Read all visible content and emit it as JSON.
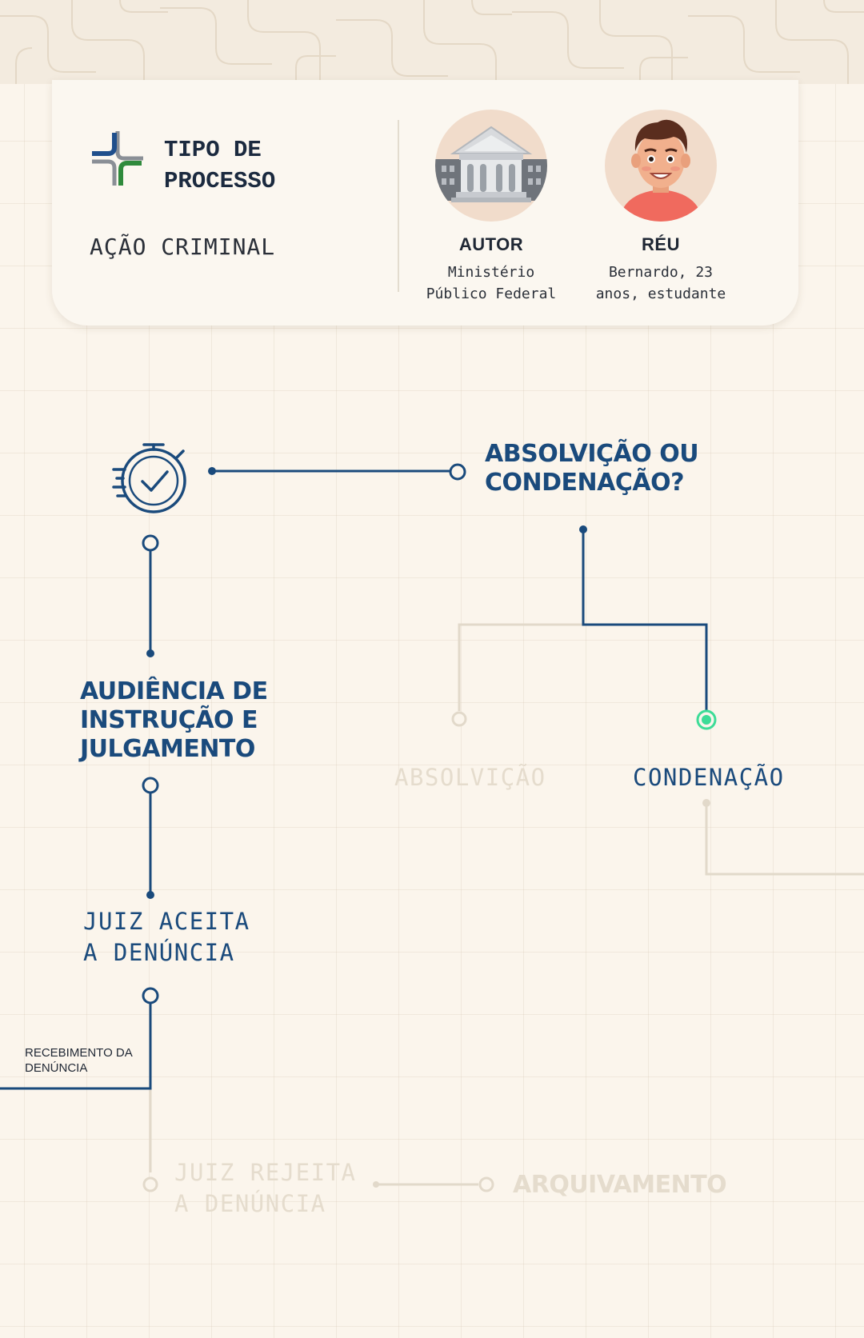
{
  "header": {
    "type_title": "TIPO DE PROCESSO",
    "type_value": "AÇÃO CRIMINAL",
    "author": {
      "role": "AUTOR",
      "description": "Ministério Público Federal",
      "icon": "courthouse-icon"
    },
    "defendant": {
      "role": "RÉU",
      "description": "Bernardo, 23 anos, estudante",
      "icon": "defendant-avatar-icon"
    }
  },
  "flow": {
    "timer_icon": "stopwatch-check-icon",
    "verdict_question": "ABSOLVIÇÃO OU CONDENAÇÃO?",
    "hearing": "AUDIÊNCIA DE INSTRUÇÃO E JULGAMENTO",
    "judge_accepts": "JUIZ ACEITA A DENÚNCIA",
    "receipt_label": "RECEBIMENTO DA DENÚNCIA",
    "judge_rejects": "JUIZ REJEITA A DENÚNCIA",
    "archiving": "ARQUIVAMENTO",
    "acquittal": "ABSOLVIÇÃO",
    "conviction": "CONDENAÇÃO",
    "selected_outcome": "CONDENAÇÃO"
  },
  "colors": {
    "active_line": "#1a4a7c",
    "inactive_line": "#e2d9ca",
    "selected_node": "#3ddc97",
    "background": "#fbf5ec"
  }
}
